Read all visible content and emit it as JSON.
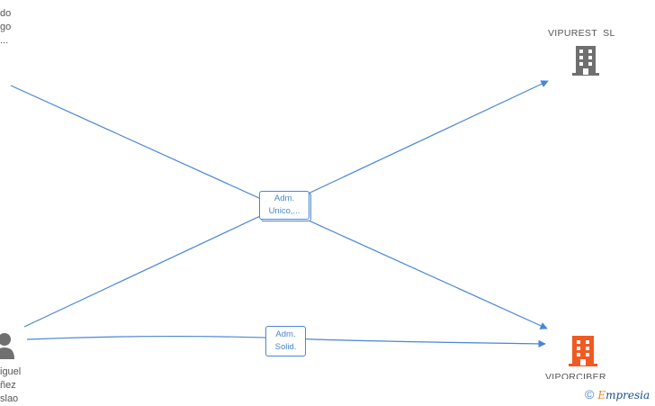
{
  "nodes": {
    "person_top": {
      "lines": [
        "do",
        "go",
        "..."
      ]
    },
    "person_bottom": {
      "lines": [
        "iguel",
        "ñez",
        "slao"
      ]
    },
    "company_top": {
      "name": "VIPUREST  SL",
      "color": "#6f6f6f"
    },
    "company_bottom": {
      "name": "VIPORCIBER",
      "color": "#f05a22"
    }
  },
  "edges": {
    "adm_unico": {
      "line1": "Adm.",
      "line2": "Unico,..."
    },
    "adm_solid": {
      "line1": "Adm.",
      "line2": "Solid."
    }
  },
  "colors": {
    "edge": "#4a86d4",
    "person": "#6f6f6f"
  },
  "watermark": {
    "symbol": "©",
    "brand_initial": "E",
    "brand_rest": "mpresia"
  }
}
